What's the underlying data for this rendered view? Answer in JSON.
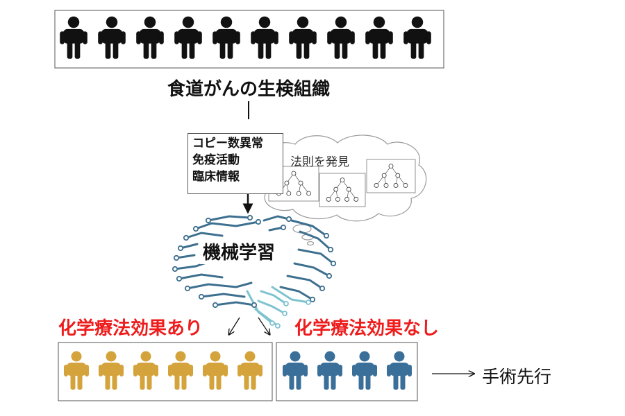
{
  "colors": {
    "person_all": "#111111",
    "person_effective": "#d4a33b",
    "person_not_effective": "#3a6f9a",
    "negative_label": "#ee1c1c",
    "brain_dark": "#3d6f8f",
    "brain_light": "#7ec3d0"
  },
  "icons": [
    "person-icon",
    "arrow-icon",
    "thought-cloud-icon",
    "tree-diagram-icon",
    "circuit-brain-icon"
  ],
  "counts": {
    "patients_all": 10,
    "patients_effective": 6,
    "patients_not_effective": 4
  },
  "labels": {
    "biopsy": "食道がんの生検組織",
    "features": [
      "コピー数異常",
      "免疫活動",
      "臨床情報"
    ],
    "discover": "法則を発見",
    "ml": "機械学習",
    "effective": "化学療法効果あり",
    "not_effective": "化学療法効果なし",
    "surgery": "手術先行"
  }
}
